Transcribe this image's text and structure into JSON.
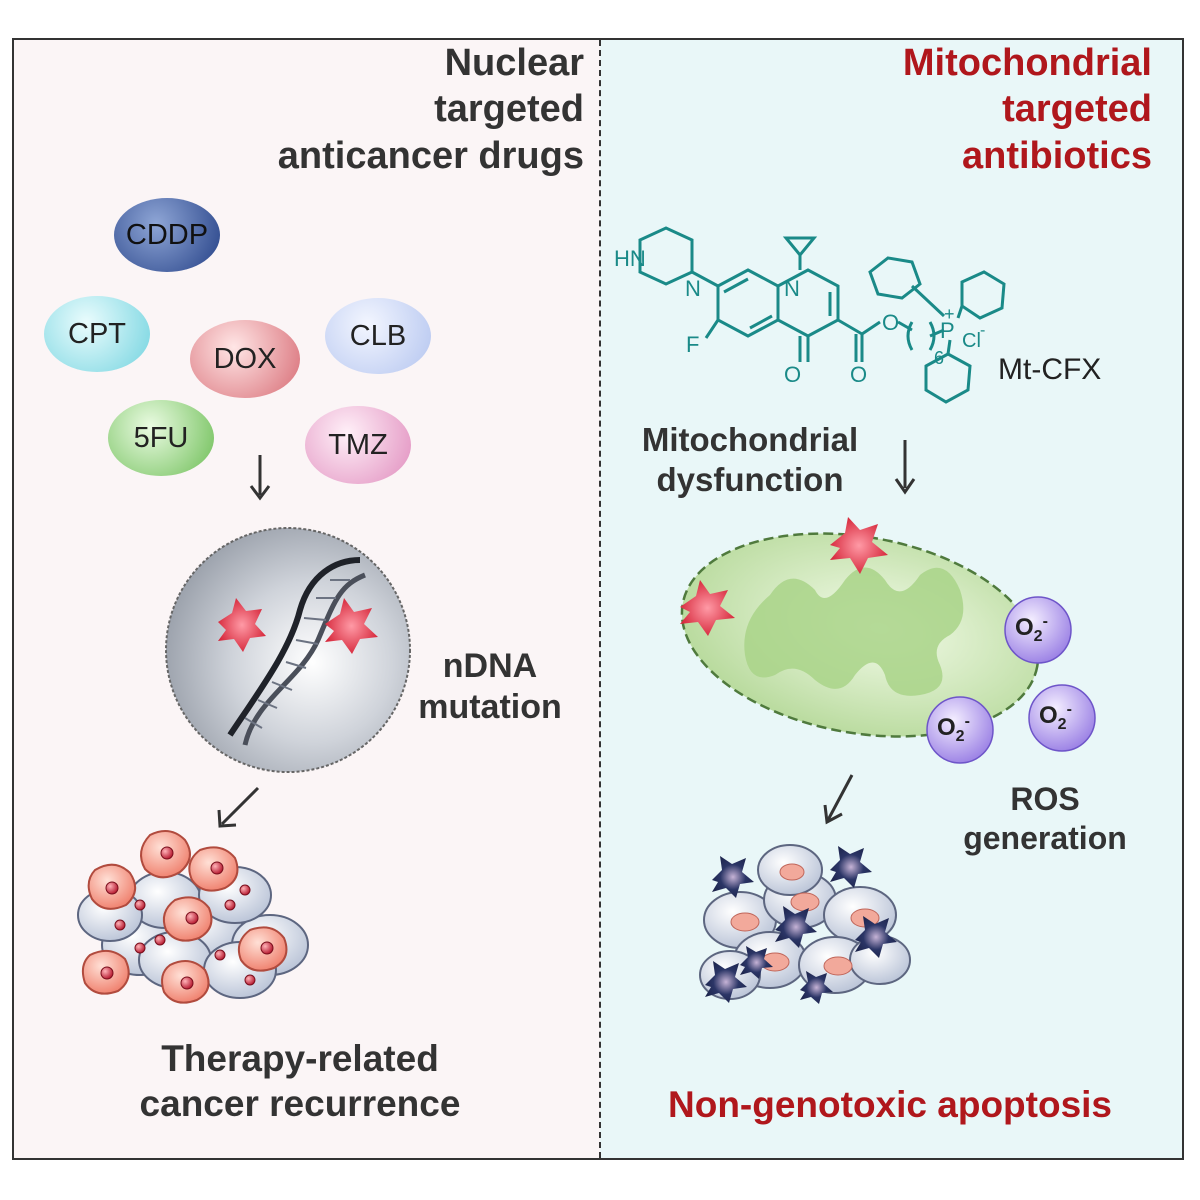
{
  "left": {
    "title_lines": [
      "Nuclear",
      "targeted",
      "anticancer drugs"
    ],
    "drugs": [
      "CDDP",
      "CPT",
      "DOX",
      "CLB",
      "5FU",
      "TMZ"
    ],
    "ndna_lines": [
      "nDNA",
      "mutation"
    ],
    "outcome_lines": [
      "Therapy-related",
      "cancer recurrence"
    ]
  },
  "right": {
    "title_lines": [
      "Mitochondrial",
      "targeted",
      "antibiotics"
    ],
    "compound_name": "Mt-CFX",
    "structure_labels": {
      "hn": "HN",
      "n1": "N",
      "n2": "N",
      "f": "F",
      "o_keto": "O",
      "o_ester1": "O",
      "o_ester2": "O",
      "p": "P",
      "plus": "+",
      "cl": "Cl",
      "cl_charge": "-",
      "chain_n": "6"
    },
    "dysfunction_lines": [
      "Mitochondrial",
      "dysfunction"
    ],
    "ros_lines": [
      "ROS",
      "generation"
    ],
    "superoxide": {
      "o": "O",
      "sub": "2",
      "charge": "-"
    },
    "outcome": "Non-genotoxic apoptosis"
  },
  "colors": {
    "accent_red": "#b0171c",
    "teal_structure": "#1a8a88",
    "text_dark": "#333333"
  }
}
